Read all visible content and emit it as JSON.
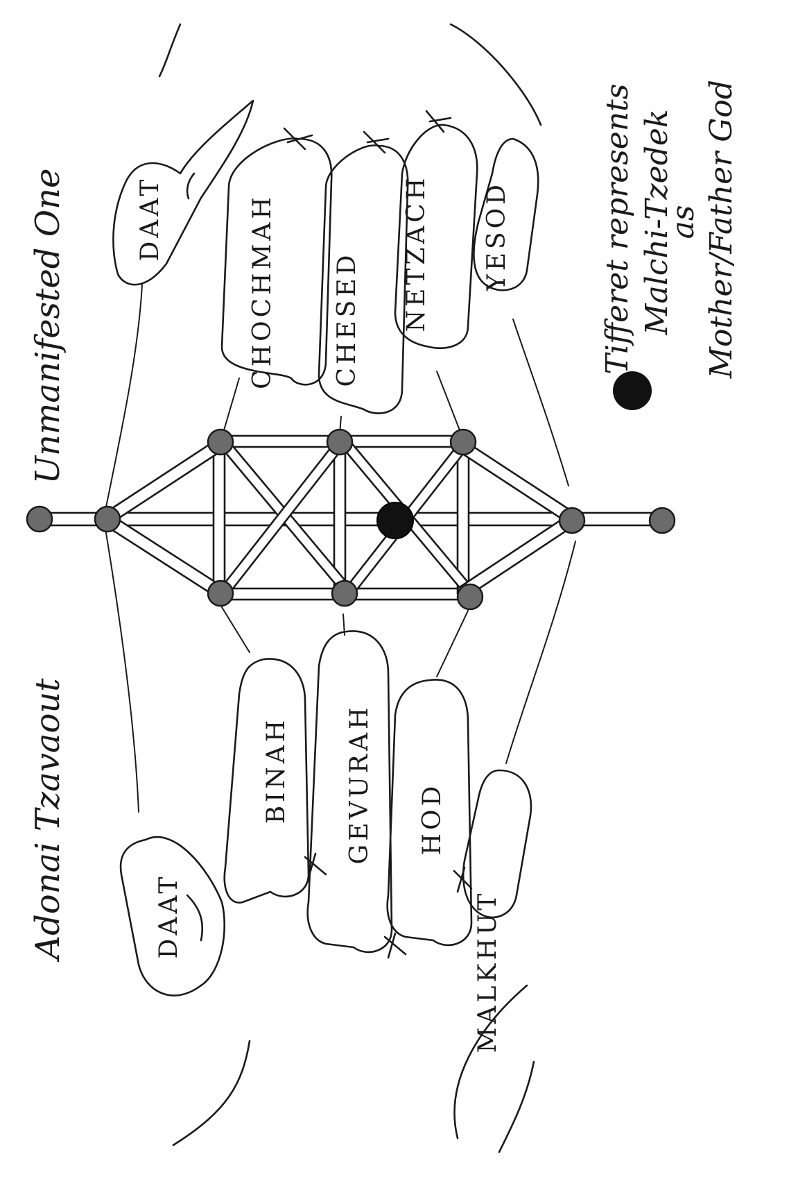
{
  "colors": {
    "ink": "#1a1a1a",
    "node_fill": "#6b6b6b",
    "tifferet_fill": "#111111"
  },
  "titles": {
    "left": "Adonai Tzavaout",
    "right": "Unmanifested One"
  },
  "sefirot": {
    "daat_right": "DAAT",
    "chochmah": "CHOCHMAH",
    "chesed": "CHESED",
    "netzach": "NETZACH",
    "yesod": "YESOD",
    "daat_left": "DAAT",
    "binah": "BINAH",
    "gevurah": "GEVURAH",
    "hod": "HOD",
    "malkhut": "MALKHUT"
  },
  "legend": {
    "marker": "filled-circle",
    "line1": "Tifferet represents",
    "line2": "Malchi-Tzedek",
    "line3": "as",
    "line4": "Mother/Father God"
  }
}
